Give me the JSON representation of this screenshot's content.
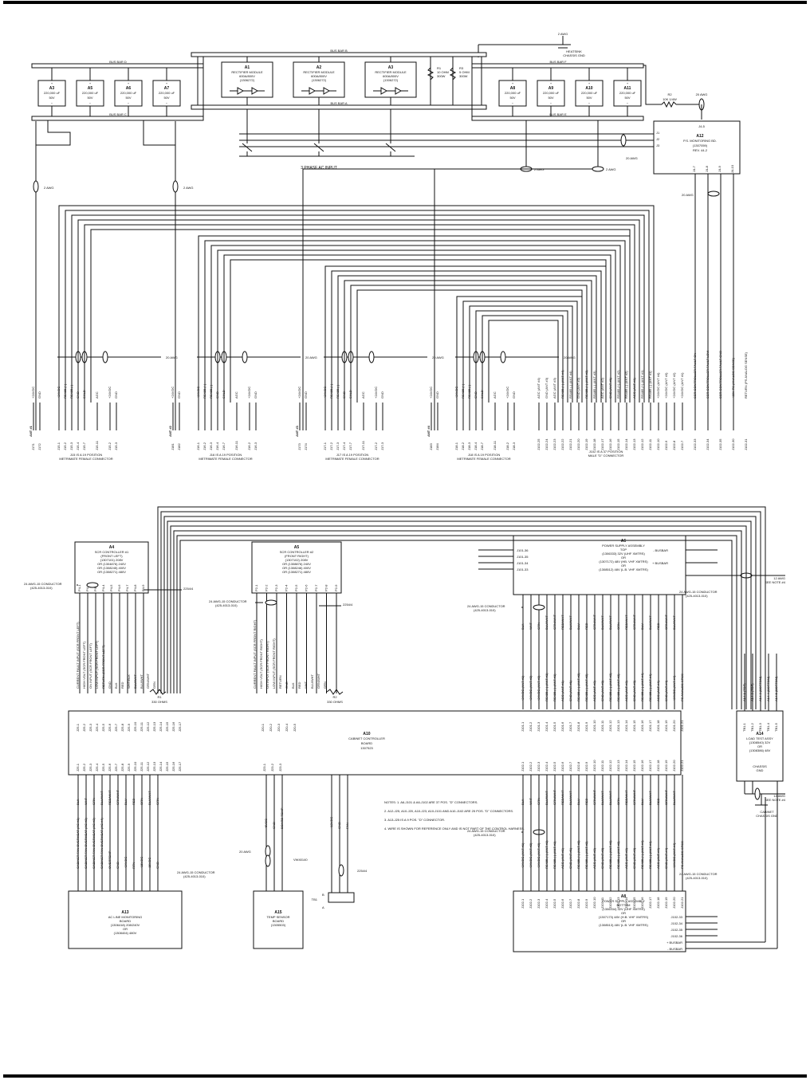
{
  "ground_top": [
    "2 AWG",
    "HEATSINK",
    "CHASSIS GND"
  ],
  "bus_bars": {
    "d": "BUS BAR D",
    "b": "BUS BAR B",
    "f": "BUS BAR F",
    "c": "BUS BAR C",
    "a": "BUS BAR A",
    "e": "BUS BAR E"
  },
  "capacitors_left": [
    {
      "id": "A3",
      "value": "220,000 uF",
      "volt": "50V"
    },
    {
      "id": "A5",
      "value": "220,000 uF",
      "volt": "50V"
    },
    {
      "id": "A6",
      "value": "220,000 uF",
      "volt": "50V"
    },
    {
      "id": "A7",
      "value": "220,000 uF",
      "volt": "50V"
    }
  ],
  "capacitors_right": [
    {
      "id": "A8",
      "value": "220,000 uF",
      "volt": "50V"
    },
    {
      "id": "A9",
      "value": "220,000 uF",
      "volt": "50V"
    },
    {
      "id": "A10",
      "value": "220,000 uF",
      "volt": "50V"
    },
    {
      "id": "A11",
      "value": "220,000 uF",
      "volt": "50V"
    }
  ],
  "rectifiers": [
    {
      "id": "A1",
      "name": "RECTIFIER MODULE",
      "rating": "600A/800V",
      "part": "(1306272)"
    },
    {
      "id": "A2",
      "name": "RECTIFIER MODULE",
      "rating": "600A/800V",
      "part": "(1306272)"
    },
    {
      "id": "A3",
      "name": "RECTIFIER MODULE",
      "rating": "600A/800V",
      "part": "(1306272)"
    }
  ],
  "resistor_r1": [
    "R1",
    "10 OHM",
    "300W"
  ],
  "resistor_r3": [
    "R3",
    "5 OHM",
    "300W"
  ],
  "resistor_r2_top": [
    "R2",
    "10K 1/4W"
  ],
  "ac_input": "3 PHASE AC INPUT",
  "awg_2": "2 AWG",
  "awg_20": "20 AWG",
  "ps_board": {
    "id": "A12",
    "name": "P.S. MONITORING BD.",
    "part": "(1307059)",
    "rev": "REV. 44-2"
  },
  "ps_board_ports": [
    "J4-5",
    "J1",
    "J2",
    "J3",
    "J4-7",
    "J4-8",
    "J4-9",
    "J4-10"
  ],
  "connector_groups": [
    {
      "lug": "ANT #1",
      "title": "J15 IS A 19 POSITION",
      "subtitle": "METRIMATE FEMALE CONNECTOR",
      "signals": [
        "+24VDC",
        "GND",
        "+24VDC",
        "RS485 (+)",
        "RS485 (-)",
        "GND",
        "SHLD",
        "AGC",
        "+24VDC",
        "GND"
      ],
      "pins": [
        "J171",
        "J172",
        "J15-1",
        "J15-2",
        "J15-3",
        "J15-4",
        "J15-7",
        "J15-11",
        "J15-2",
        "J15-3"
      ]
    },
    {
      "lug": "ANT #2",
      "title": "J16 IS A 19 POSITION",
      "subtitle": "METRIMATE FEMALE CONNECTOR",
      "signals": [
        "+24VDC",
        "GND",
        "+24VDC",
        "RS485 (+)",
        "RS485 (-)",
        "GND",
        "SHLD",
        "AGC",
        "+24VDC",
        "GND"
      ],
      "pins": [
        "J181",
        "J182",
        "J16-1",
        "J16-2",
        "J16-3",
        "J16-4",
        "J16-7",
        "J16-11",
        "J16-2",
        "J16-3"
      ]
    },
    {
      "lug": "ANT #3",
      "title": "J17 IS A 19 POSITION",
      "subtitle": "METRIMATE FEMALE CONNECTOR",
      "signals": [
        "+24VDC",
        "GND",
        "+24VDC",
        "RS485 (+)",
        "RS485 (-)",
        "GND",
        "SHLD",
        "AGC",
        "+24VDC",
        "GND"
      ],
      "pins": [
        "J173",
        "J174",
        "J17-1",
        "J17-2",
        "J17-3",
        "J17-4",
        "J17-7",
        "J17-11",
        "J17-2",
        "J17-3"
      ]
    },
    {
      "lug": "ANT #4",
      "title": "J18 IS A 19 POSITION",
      "subtitle": "METRIMATE FEMALE CONNECTOR",
      "signals": [
        "+24VDC",
        "GND",
        "+24VDC",
        "RS485 (+)",
        "RS485 (-)",
        "GND",
        "SHLD",
        "AGC",
        "+24VDC",
        "GND"
      ],
      "pins": [
        "J183",
        "J184",
        "J18-1",
        "J18-2",
        "J18-3",
        "J18-4",
        "J18-7",
        "J18-11",
        "J18-2",
        "J18-3"
      ]
    }
  ],
  "j102_connector": {
    "title": "J102 IS A 37 POSITION",
    "subtitle": "MALE \"D\" CONNECTOR",
    "signals": [
      "AGC (ANT #4)",
      "GND (ANT #3)",
      "AGC (ANT #3)",
      "RS485 (+) (ANT #4)",
      "RS485 (-) (ANT #4)",
      "GND (ANT #2)",
      "RS485 (+) (ANT #3)",
      "RS485 (-) (ANT #3)",
      "AGC (ANT #2)",
      "GND (ANT #1)",
      "RS485 (+) (ANT #2)",
      "RS485 (-) (ANT #2)",
      "AGC (ANT #1)",
      "RS485 (+) (ANT #1)",
      "RS485 (-) (ANT #1)",
      "+24VDC (ANT #4)",
      "+24VDC (ANT #3)",
      "+24VDC (ANT #2)",
      "+24VDC (ANT #1)"
    ],
    "pins": [
      "J102-25",
      "J102-24",
      "J102-23",
      "J102-22",
      "J102-21",
      "J102-20",
      "J102-19",
      "J102-18",
      "J102-17",
      "J102-16",
      "J102-15",
      "J102-14",
      "J102-13",
      "J102-12",
      "J102-11",
      "J102-10",
      "J102-9",
      "J102-8",
      "J102-7"
    ]
  },
  "monitor_signals": [
    {
      "signal": "SCR CONTROLLER FAULT ON",
      "pin": "J102-33"
    },
    {
      "signal": "SCR CONTROLLER FAULT LOW",
      "pin": "J102-34"
    },
    {
      "signal": "SCR CONTROLLER FAULT GND",
      "pin": "J102-35"
    },
    {
      "signal": "+32V PS (ANALOG SENSE)",
      "pin": "J102-30"
    },
    {
      "signal": "RETURN (PS ANALOG SENSE)",
      "pin": "J102-31"
    }
  ],
  "scr1": {
    "id": "A4",
    "lines": [
      "SCR CONTROLLER #1",
      "(FRONT LEFT)",
      "(1307101) 208V",
      "OR (1304876) 240V",
      "OR (1308245) 400V",
      "OR (1308271) 480V"
    ],
    "pins": [
      "P4-1",
      "P4-2",
      "P4-3",
      "P4-4",
      "P4-5",
      "P4-6",
      "P4-7",
      "P4-8",
      "P4-9"
    ]
  },
  "scr2": {
    "id": "A5",
    "lines": [
      "SCR CONTROLLER #2",
      "(FRONT RIGHT)",
      "(1307102) 208V",
      "OR (1308876) 240V",
      "OR (1308246) 400V",
      "OR (1308271) 480V"
    ],
    "pins": [
      "P2-1",
      "P2-2",
      "P2-3",
      "P2-4",
      "P2-5",
      "P2-6",
      "P2-7",
      "P2-8",
      "P2-9"
    ]
  },
  "ps_top": {
    "id": "A6",
    "lines": [
      "POWER SUPPLY ASSEMBLY",
      "TOP",
      "(1306333) 32V (UHF XMTRS)",
      "OR",
      "(1307172) 48V (HB. VHF XMTRS)",
      "OR",
      "(1308512) 48V (L.B. VHF XMTRS)"
    ],
    "inputs": [
      "J101-36",
      "J101-35",
      "J101-34",
      "J101-33"
    ],
    "busbars": [
      "- BUSBAR",
      "+ BUSBAR"
    ]
  },
  "ps_bottom": {
    "id": "A8",
    "lines": [
      "POWER SUPPLY ASSEMBLY",
      "BOTTOM",
      "(1306334) 32V (UHF XMTRS)",
      "OR",
      "(1307173) 48V (H.B. VHF XMTRS)",
      "OR",
      "(1308513) 48V (L.B. VHF XMTRS)"
    ],
    "pins": [
      "J102-33",
      "J102-34",
      "J102-35",
      "J102-36"
    ],
    "busbars": [
      "+ BUSBAR",
      "- BUSBAR"
    ]
  },
  "cabinet_controller": {
    "id": "A10",
    "name": "CABINET CONTROLLER",
    "sub": "BOARD",
    "part": "1307523"
  },
  "ac_line_board": {
    "id": "A13",
    "lines": [
      "AC LINE MONITORING",
      "BOARD",
      "(1306418) 208/240V",
      "OR",
      "(1308404) 480V"
    ]
  },
  "temp_sensor": {
    "id": "A15",
    "lines": [
      "TEMP SENSOR",
      "BOARD",
      "(1305503)"
    ]
  },
  "load_test": {
    "id": "A14",
    "lines": [
      "LOAD TEST ASSY",
      "(1308540) 32V",
      "OR",
      "(1308386) 48V"
    ]
  },
  "chassis_gnd": [
    "CHASSIS",
    "GND"
  ],
  "cabinet_gnd": [
    "CABINET",
    "CHASSIS GND"
  ],
  "conductor_labels": {
    "c24": "24 AWG-15 CONDUCTOR",
    "c24_part": "(425-4013-010)",
    "hv_2254": "2254/4",
    "r1_label": [
      "R1",
      "330 OHMS"
    ],
    "r2_label": [
      "R2",
      "330 OHMS"
    ],
    "awg12_note": [
      "12 AWG",
      "SEE NOTE #4"
    ],
    "vw_label": "VW40140",
    "awg20_sensor": "20 AWG"
  },
  "notes": [
    "NOTES: 1. A6-J101 & A6-J102 ARE 37 POS. \"D\" CONNECTORS.",
    "2. A12-J25, A10-J20, A10-J23, A10-J101 AND A10-J102 ARE 25 POS. \"D\" CONNECTORS.",
    "3. A13-J25 IS A 9 POS. \"D\" CONNECTOR.",
    "4. WIRE IS SHOWN FOR REFERENCE ONLY AND IS NOT PART OF THE CONTROL HARNESS."
  ],
  "scr1_wires": [
    "CURRENT FAULT INPUT (SCR FRONT LEFT)",
    "HIGH VOLT (SCR FRONT LEFT)",
    "ON INPUT (SCR FRONT LEFT)",
    "LOW INPUT (SCR FRONT LEFT)",
    "RETURN (SCR FRONT LEFT)",
    "GND",
    "BLK",
    "RED",
    "WHT/BLK",
    "BLU/WHT",
    "BLU/WHT",
    "GRN/WHT",
    "GRN"
  ],
  "scr2_wires": [
    "CURRENT FAULT INPUT (SCR FRONT RIGHT)",
    "HIGH VOLT (SCR FRONT RIGHT)",
    "ON INPUT (SCR FRONT RIGHT)",
    "LOW INPUT (SCR FRONT RIGHT)",
    "RETURN",
    "GND",
    "BLK",
    "RED",
    "WHT",
    "BLU/WHT",
    "GRN/WHT",
    "GRN"
  ],
  "ps_wires": [
    "+24VDC (ANT #1)",
    "+24VDC (ANT #2)",
    "+24VDC (ANT #3)",
    "RS485 (+) (ANT #1)",
    "RS485 (-) (ANT #1)",
    "AGC (ANT #1)",
    "GND (ANT #1)",
    "RS485 (+) (ANT #2)",
    "RS485 (-) (ANT #2)",
    "AGC (ANT #2)",
    "GND (ANT #2)",
    "RS485 (+) (ANT #3)",
    "RS485 (-) (ANT #3)",
    "AGC (ANT #3)",
    "GND (ANT #3)",
    "RS485 (+) (ANT #4)",
    "RS485 (-) (ANT #4)",
    "AGC (ANT #4)",
    "GND (ANT #4)",
    "+24VDC (ANT #4)",
    "PS ANALOG SPEC"
  ],
  "ps_colors": [
    "BLK",
    "WHT",
    "GRN",
    "BLU/WHT",
    "GRN/WHT",
    "RED/WHT",
    "BLK/WHT",
    "BLU",
    "RED",
    "GRN/WHT",
    "BLK/WHT",
    "BLU/WHT",
    "ORN",
    "RED/WHT",
    "GRN/WHT",
    "BLU",
    "BLK/WHT",
    "RED",
    "ORN/WHT",
    "BLU/WHT"
  ],
  "ac_wires": [
    "CABINET FAN OVERHEAT (AC #1)",
    "CABINET FAN OVERHEAT (AC #2)",
    "CABINET FAN OVERHEAT (AC #3)",
    "CABINET FAN OVERHEAT (AC #4)",
    "OVERTEMP",
    "GND",
    "+24VDC",
    "RTN",
    "+15VDC",
    "-15VDC",
    "GND"
  ],
  "ac_colors": [
    "BLK",
    "WHT",
    "GRN",
    "BLU/WHT",
    "RED/WHT",
    "GRN/WHT",
    "BLU",
    "RED",
    "ORN",
    "BLK/WHT",
    "GRN"
  ],
  "temp_wires": [
    "+5VDC",
    "GND",
    "BOARD TEMP"
  ],
  "hb_wires": [
    "+12VDC",
    "GND",
    "FAN"
  ],
  "a14_wires": [
    "A14-1 (TOP)",
    "A14-2 (TOP)",
    "A14-3 (BOTTOM)",
    "A14-4 (BOTTOM)",
    "A14-5 (BOTTOM)"
  ],
  "a14_pins": [
    "TB1-1",
    "TB1-2",
    "TB1-3",
    "TB1-4",
    "TB1-5"
  ],
  "pin_groups": {
    "j25": [
      "J25-1",
      "J25-2",
      "J25-3",
      "J25-4",
      "J25-5",
      "J25-6",
      "J25-7",
      "J25-8",
      "J25-9",
      "J25-10",
      "J25-11",
      "J25-12",
      "J25-13",
      "J25-14",
      "J25-15",
      "J25-16",
      "J25-17"
    ],
    "j20": [
      "J20-1",
      "J20-2",
      "J20-3",
      "J20-4",
      "J20-5"
    ],
    "j23": [
      "J23-1",
      "J23-2",
      "J23-3"
    ],
    "j101": [
      "J101-1",
      "J101-2",
      "J101-3",
      "J101-4",
      "J101-5",
      "J101-6",
      "J101-7",
      "J101-8",
      "J101-9",
      "J101-10",
      "J101-11",
      "J101-12",
      "J101-13",
      "J101-14",
      "J101-15",
      "J101-16",
      "J101-17",
      "J101-18",
      "J101-19",
      "J101-20",
      "J101-21"
    ],
    "ps_pins": [
      "J102-1",
      "J102-2",
      "J102-3",
      "J102-4",
      "J102-5",
      "J102-6",
      "J102-7",
      "J102-8",
      "J102-9",
      "J102-10",
      "J102-11",
      "J102-12",
      "J102-13",
      "J102-14",
      "J102-15",
      "J102-16",
      "J102-17",
      "J102-18",
      "J102-19",
      "J102-20",
      "J102-21"
    ]
  },
  "tb_labels": {
    "tb_b": "B",
    "tb_a": "A",
    "tb_name": "TB1"
  }
}
